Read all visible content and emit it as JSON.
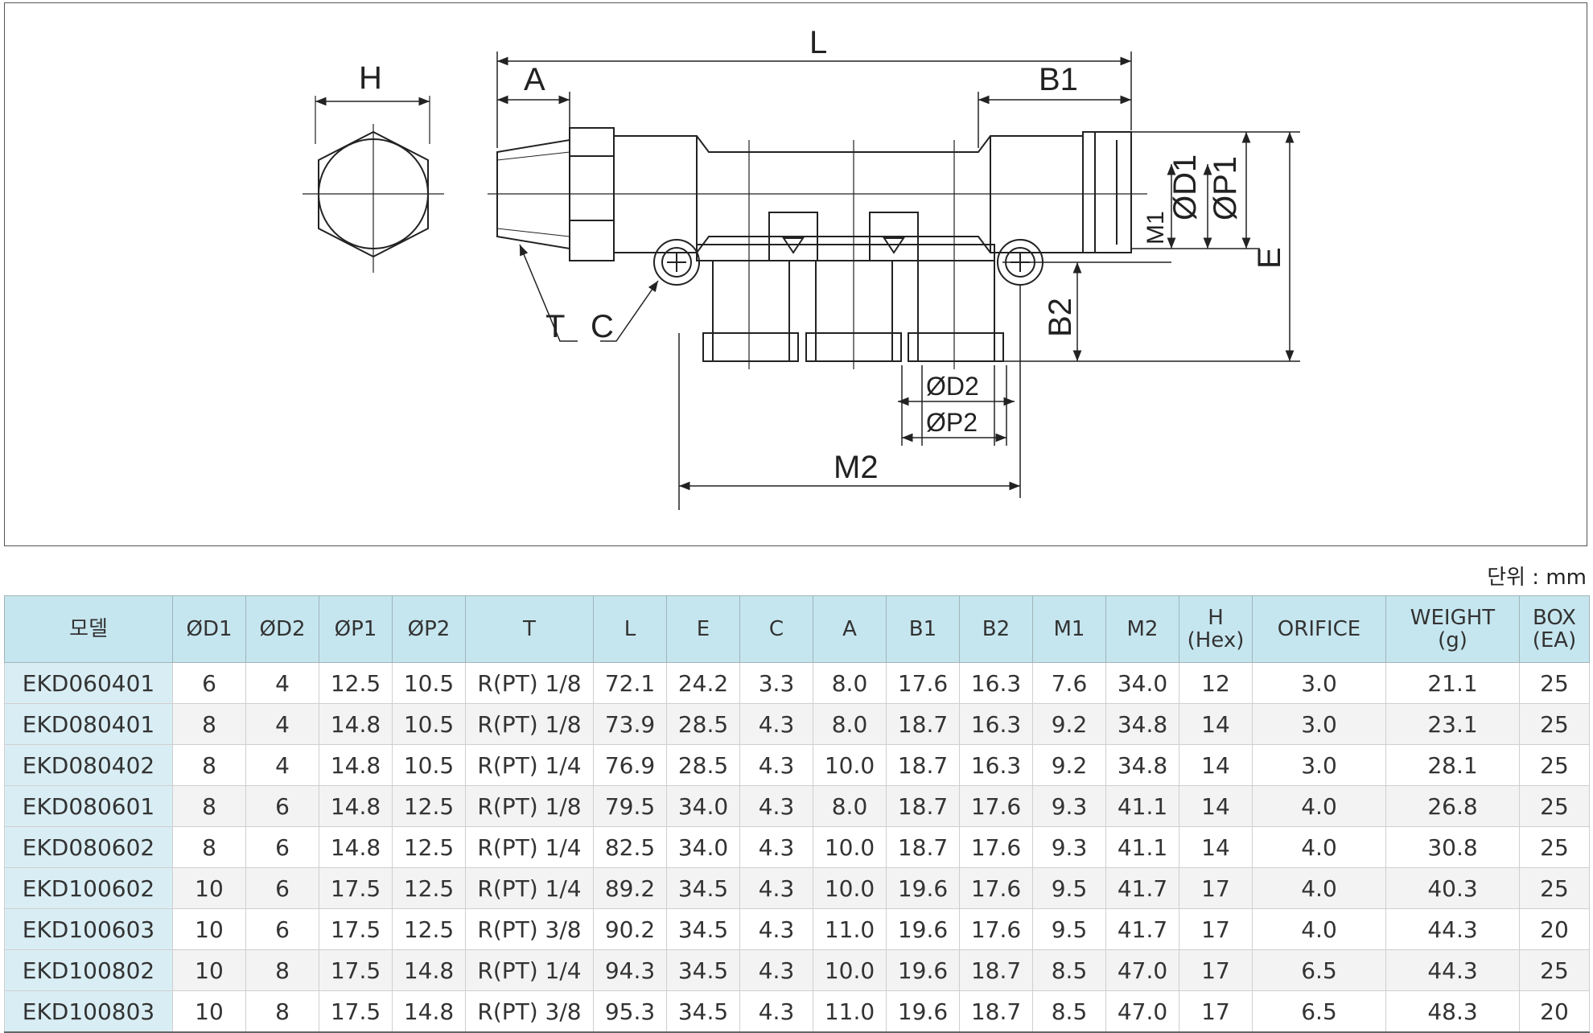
{
  "drawing": {
    "labels": {
      "H": "H",
      "L": "L",
      "A": "A",
      "B1": "B1",
      "T": "T",
      "C": "C",
      "D1": "ØD1",
      "P1": "ØP1",
      "M1": "M1",
      "E": "E",
      "B2": "B2",
      "D2": "ØD2",
      "P2": "ØP2",
      "M2": "M2"
    }
  },
  "unit_label": "단위 : mm",
  "table": {
    "headers": [
      {
        "line1": "모델",
        "line2": ""
      },
      {
        "line1": "ØD1",
        "line2": ""
      },
      {
        "line1": "ØD2",
        "line2": ""
      },
      {
        "line1": "ØP1",
        "line2": ""
      },
      {
        "line1": "ØP2",
        "line2": ""
      },
      {
        "line1": "T",
        "line2": ""
      },
      {
        "line1": "L",
        "line2": ""
      },
      {
        "line1": "E",
        "line2": ""
      },
      {
        "line1": "C",
        "line2": ""
      },
      {
        "line1": "A",
        "line2": ""
      },
      {
        "line1": "B1",
        "line2": ""
      },
      {
        "line1": "B2",
        "line2": ""
      },
      {
        "line1": "M1",
        "line2": ""
      },
      {
        "line1": "M2",
        "line2": ""
      },
      {
        "line1": "H",
        "line2": "(Hex)"
      },
      {
        "line1": "ORIFICE",
        "line2": ""
      },
      {
        "line1": "WEIGHT",
        "line2": "(g)"
      },
      {
        "line1": "BOX",
        "line2": "(EA)"
      }
    ],
    "rows": [
      [
        "EKD060401",
        "6",
        "4",
        "12.5",
        "10.5",
        "R(PT) 1/8",
        "72.1",
        "24.2",
        "3.3",
        "8.0",
        "17.6",
        "16.3",
        "7.6",
        "34.0",
        "12",
        "3.0",
        "21.1",
        "25"
      ],
      [
        "EKD080401",
        "8",
        "4",
        "14.8",
        "10.5",
        "R(PT) 1/8",
        "73.9",
        "28.5",
        "4.3",
        "8.0",
        "18.7",
        "16.3",
        "9.2",
        "34.8",
        "14",
        "3.0",
        "23.1",
        "25"
      ],
      [
        "EKD080402",
        "8",
        "4",
        "14.8",
        "10.5",
        "R(PT) 1/4",
        "76.9",
        "28.5",
        "4.3",
        "10.0",
        "18.7",
        "16.3",
        "9.2",
        "34.8",
        "14",
        "3.0",
        "28.1",
        "25"
      ],
      [
        "EKD080601",
        "8",
        "6",
        "14.8",
        "12.5",
        "R(PT) 1/8",
        "79.5",
        "34.0",
        "4.3",
        "8.0",
        "18.7",
        "17.6",
        "9.3",
        "41.1",
        "14",
        "4.0",
        "26.8",
        "25"
      ],
      [
        "EKD080602",
        "8",
        "6",
        "14.8",
        "12.5",
        "R(PT) 1/4",
        "82.5",
        "34.0",
        "4.3",
        "10.0",
        "18.7",
        "17.6",
        "9.3",
        "41.1",
        "14",
        "4.0",
        "30.8",
        "25"
      ],
      [
        "EKD100602",
        "10",
        "6",
        "17.5",
        "12.5",
        "R(PT) 1/4",
        "89.2",
        "34.5",
        "4.3",
        "10.0",
        "19.6",
        "17.6",
        "9.5",
        "41.7",
        "17",
        "4.0",
        "40.3",
        "25"
      ],
      [
        "EKD100603",
        "10",
        "6",
        "17.5",
        "12.5",
        "R(PT) 3/8",
        "90.2",
        "34.5",
        "4.3",
        "11.0",
        "19.6",
        "17.6",
        "9.5",
        "41.7",
        "17",
        "4.0",
        "44.3",
        "20"
      ],
      [
        "EKD100802",
        "10",
        "8",
        "17.5",
        "14.8",
        "R(PT) 1/4",
        "94.3",
        "34.5",
        "4.3",
        "10.0",
        "19.6",
        "18.7",
        "8.5",
        "47.0",
        "17",
        "6.5",
        "44.3",
        "25"
      ],
      [
        "EKD100803",
        "10",
        "8",
        "17.5",
        "14.8",
        "R(PT) 3/8",
        "95.3",
        "34.5",
        "4.3",
        "11.0",
        "19.6",
        "18.7",
        "8.5",
        "47.0",
        "17",
        "6.5",
        "48.3",
        "20"
      ]
    ]
  }
}
